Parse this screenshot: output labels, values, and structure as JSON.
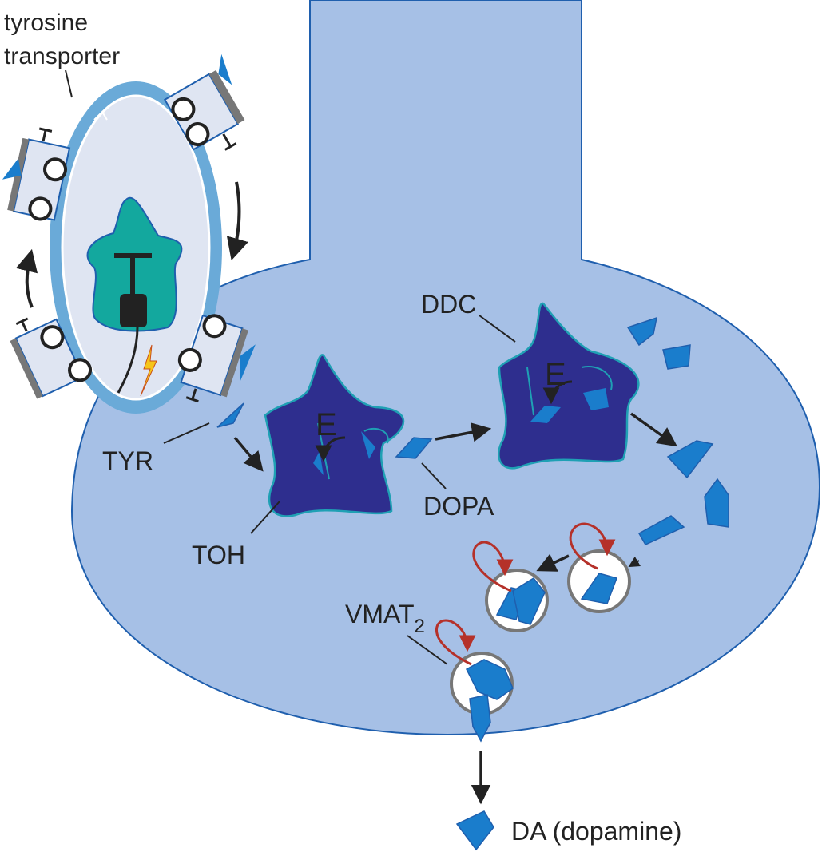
{
  "labels": {
    "transporter_line1": "tyrosine",
    "transporter_line2": "transporter",
    "tyr": "TYR",
    "toh": "TOH",
    "dopa": "DOPA",
    "ddc": "DDC",
    "vmat": "VMAT",
    "vmat_sub": "2",
    "da": "DA (dopamine)",
    "enzyme_toh": "E",
    "enzyme_ddc": "E"
  },
  "colors": {
    "neuron_fill": "#a6c0e6",
    "neuron_stroke": "#1f5fae",
    "vesicle_ring": "#6aaad8",
    "vesicle_inner": "#dfe5f2",
    "enzyme_fill": "#2e2e8e",
    "enzyme_stroke": "#1fa0b4",
    "molecule": "#1a7dcc",
    "transporter_green": "#13a89e",
    "arrow": "#222222",
    "recycle_arrow": "#b5312a",
    "lightning": "#f5c51b"
  },
  "icons": [
    "transporter-block-icon",
    "enzyme-icon",
    "molecule-icon",
    "vesicle-icon",
    "lightning-icon"
  ]
}
